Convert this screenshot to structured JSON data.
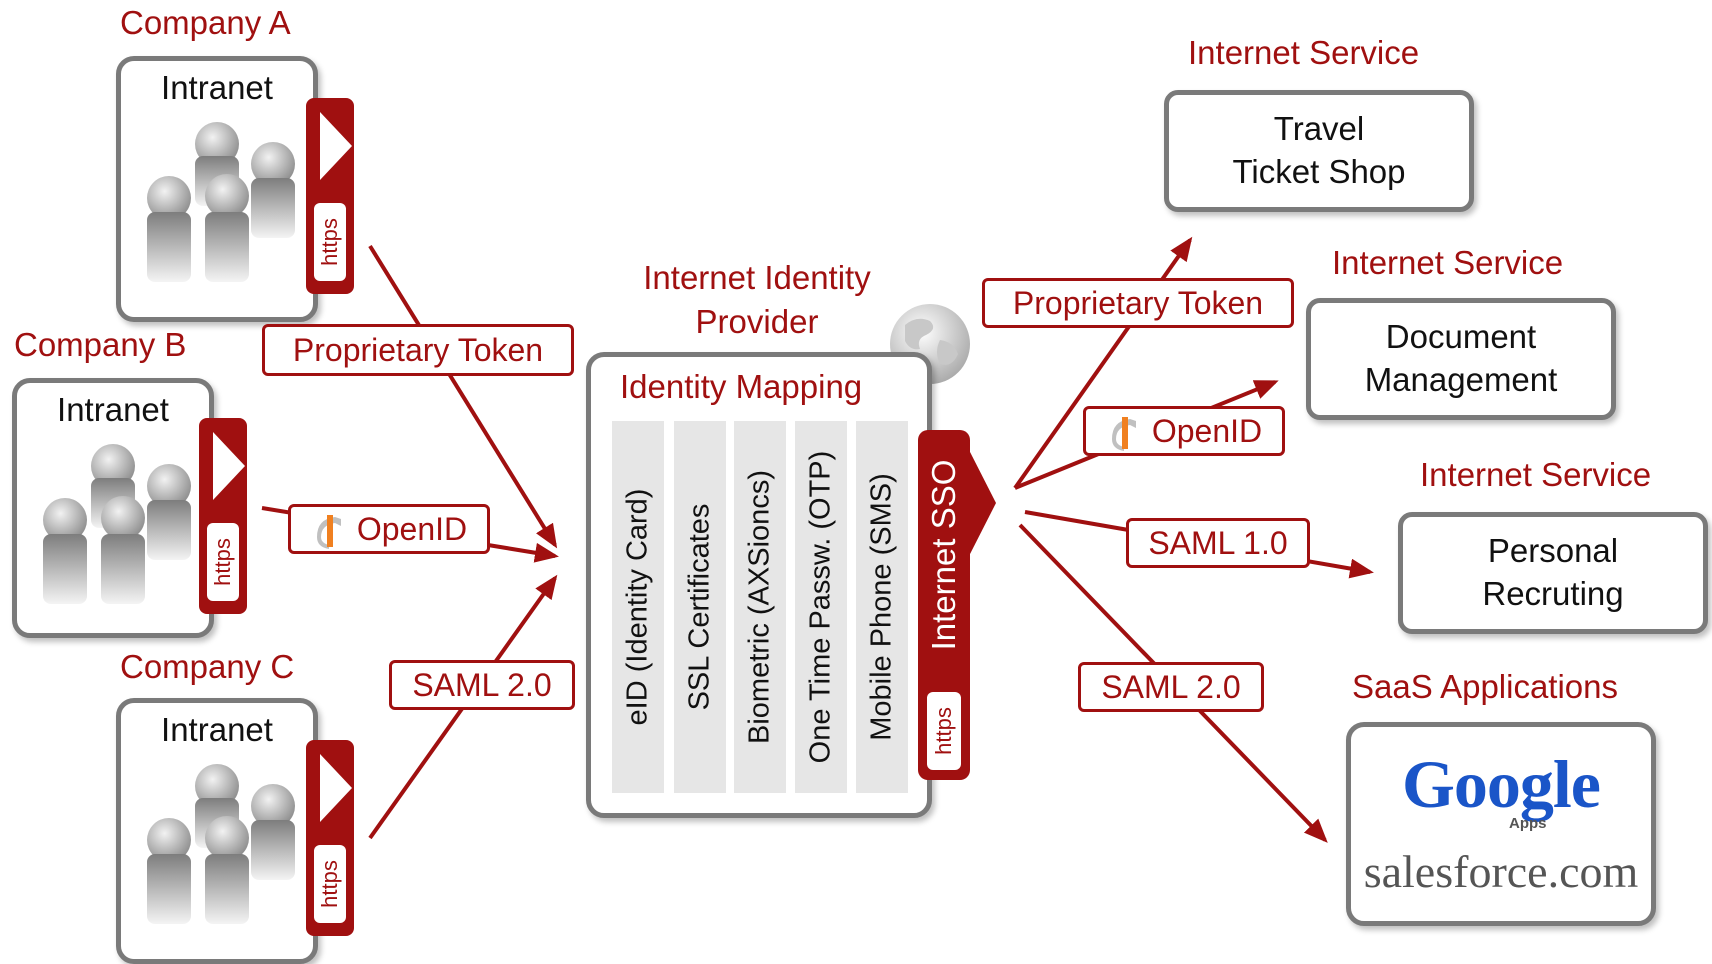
{
  "companies": [
    {
      "name": "Company A",
      "box_label": "Intranet",
      "tab_label": "https"
    },
    {
      "name": "Company B",
      "box_label": "Intranet",
      "tab_label": "https"
    },
    {
      "name": "Company C",
      "box_label": "Intranet",
      "tab_label": "https"
    }
  ],
  "left_links": {
    "token": "Proprietary Token",
    "openid": "OpenID",
    "saml": "SAML 2.0"
  },
  "provider": {
    "title_line1": "Internet Identity",
    "title_line2": "Provider",
    "mapping_title": "Identity Mapping",
    "methods": [
      "eID (Identity Card)",
      "SSL Certificates",
      "Biometric (AXSioncs)",
      "One Time Passw. (OTP)",
      "Mobile Phone (SMS)"
    ],
    "sso_label": "Internet SSO",
    "sso_tab_label": "https"
  },
  "right_links": {
    "token": "Proprietary Token",
    "openid": "OpenID",
    "saml1": "SAML 1.0",
    "saml2": "SAML 2.0"
  },
  "services": [
    {
      "title": "Internet Service",
      "line1": "Travel",
      "line2": "Ticket Shop"
    },
    {
      "title": "Internet Service",
      "line1": "Document",
      "line2": "Management"
    },
    {
      "title": "Internet Service",
      "line1": "Personal",
      "line2": "Recruting"
    }
  ],
  "saas": {
    "title": "SaaS Applications",
    "google_logo": "Google",
    "google_sub": "Apps",
    "salesforce_logo": "salesforce.com"
  },
  "colors": {
    "accent": "#a01010",
    "box_border": "#7a7a7a",
    "column_fill": "#e6e6e6"
  },
  "icons": [
    "person-group-icon",
    "openid-icon",
    "globe-icon",
    "arrow-icon"
  ]
}
